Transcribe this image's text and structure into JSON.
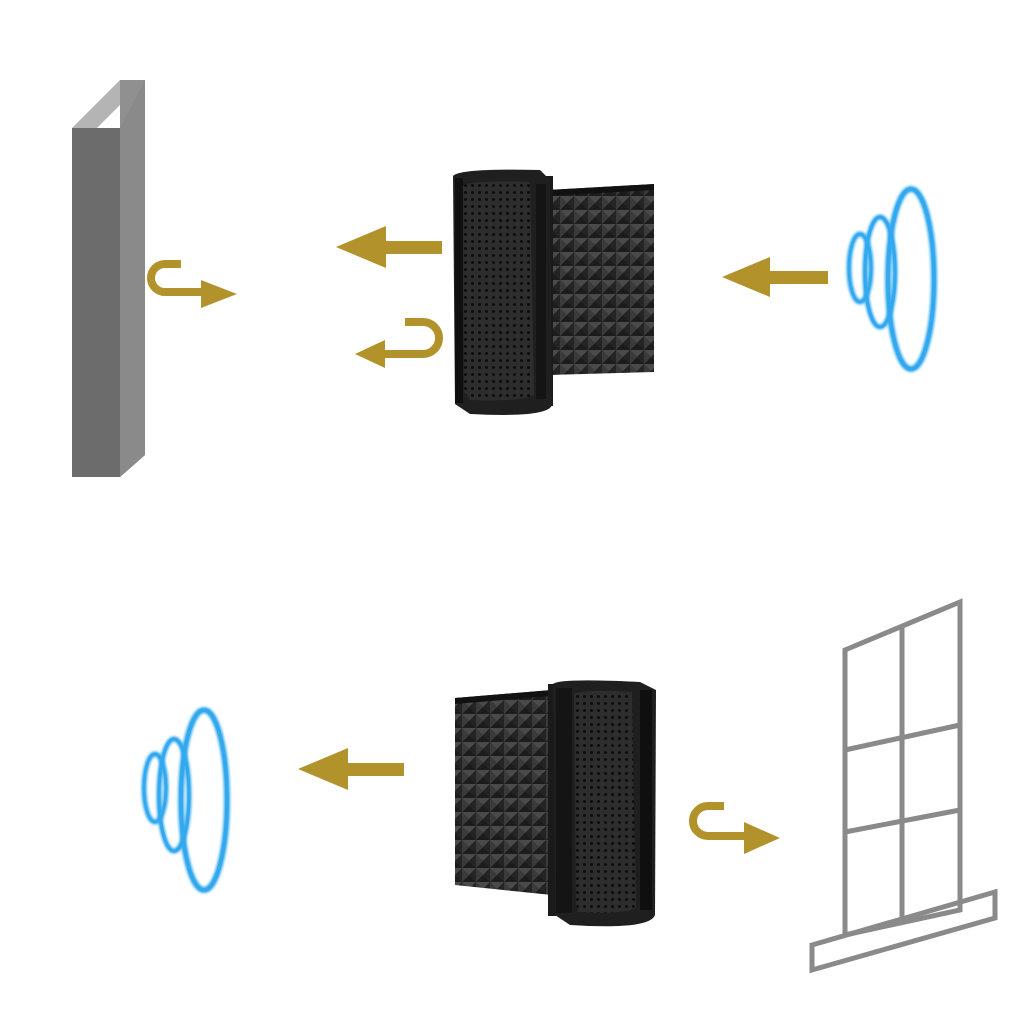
{
  "colors": {
    "background": "#ffffff",
    "arrow": "#b2932b",
    "wall_front": "#6c6c6c",
    "wall_side": "#8e8e8e",
    "wall_top": "#b4b4b4",
    "wave": "#32a8ee",
    "window_frame": "#8a8a8a",
    "panel_body": "#2b2b2b",
    "panel_dark": "#151515",
    "foam": "#3a3a3a"
  },
  "scenes": [
    {
      "id": "top",
      "elements": [
        "wall-icon",
        "u-turn-arrow-icon",
        "arrow-left-icon",
        "u-turn-arrow-icon",
        "isolation-shield",
        "arrow-left-icon",
        "sound-wave-icon"
      ]
    },
    {
      "id": "bottom",
      "elements": [
        "sound-wave-icon",
        "arrow-left-icon",
        "isolation-shield",
        "u-turn-arrow-icon",
        "window-icon"
      ]
    }
  ]
}
